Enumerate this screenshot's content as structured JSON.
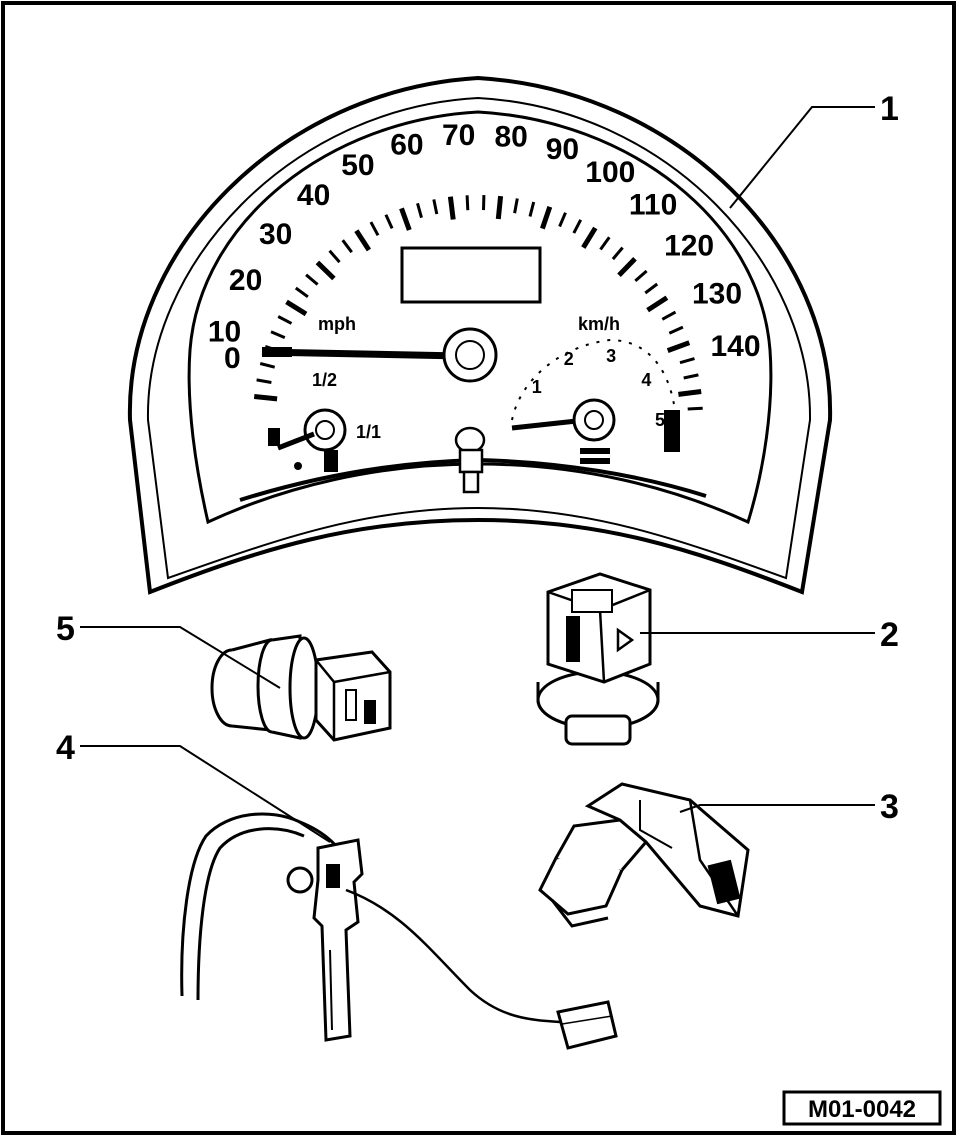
{
  "figure": {
    "reference": "M01-0042",
    "colors": {
      "ink": "#000000",
      "paper": "#ffffff"
    }
  },
  "gauge": {
    "speed_scale_mph": [
      "10",
      "20",
      "30",
      "40",
      "50",
      "60",
      "70",
      "80",
      "90",
      "100",
      "110",
      "120",
      "130",
      "140"
    ],
    "speed_unit_mph": "mph",
    "speed_unit_kmh": "km/h",
    "tach_scale": [
      "1",
      "2",
      "3",
      "4",
      "5"
    ],
    "fuel_labels": {
      "half": "1/2",
      "full": "1/1"
    },
    "zero_label": "0"
  },
  "callouts": [
    {
      "number": "1",
      "part": "instrument-cluster"
    },
    {
      "number": "2",
      "part": "sender-2"
    },
    {
      "number": "3",
      "part": "sender-3"
    },
    {
      "number": "4",
      "part": "sender-4"
    },
    {
      "number": "5",
      "part": "sender-5"
    }
  ]
}
